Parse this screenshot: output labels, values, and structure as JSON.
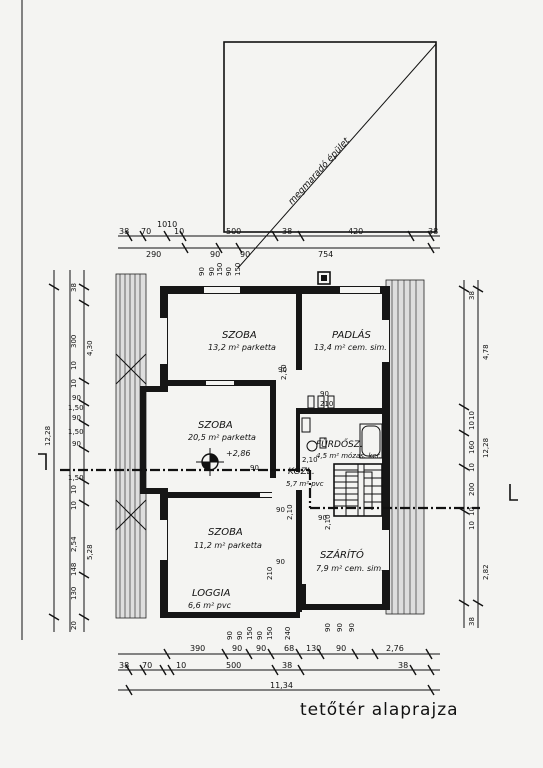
{
  "title": "tetőtér alaprajza",
  "neighbor_label": "megmaradó épület",
  "rooms": [
    {
      "name": "SZOBA",
      "area": "13,2 m² parketta"
    },
    {
      "name": "PADLÁS",
      "area": "13,4 m² cem. sim."
    },
    {
      "name": "SZOBA",
      "area": "20,5 m² parketta"
    },
    {
      "name": "FÜRDŐSZ.",
      "area": "4,5 m² mózas. ker."
    },
    {
      "name": "KÖZL.",
      "area": "5,7 m² pvc"
    },
    {
      "name": "SZOBA",
      "area": "11,2 m² parketta"
    },
    {
      "name": "SZÁRÍTÓ",
      "area": "7,9 m² cem. sim."
    },
    {
      "name": "LOGGIA",
      "area": "6,6 m² pvc"
    }
  ],
  "level_mark": "+2,86",
  "dims": {
    "top_row1": [
      "38",
      "70",
      "10",
      "10",
      "10",
      "500",
      "38",
      "420",
      "38"
    ],
    "top_row2": [
      "290",
      "90",
      "90",
      "754"
    ],
    "top_wall": [
      "90",
      "90",
      "150",
      "90",
      "150"
    ],
    "bottom_row1": [
      "390",
      "90",
      "90",
      "150",
      "90",
      "150",
      "240",
      "68",
      "130",
      "90",
      "2,76"
    ],
    "bottom_row2": [
      "38",
      "70",
      "10",
      "500",
      "38"
    ],
    "bottom_row3": [
      "90",
      "90",
      "90"
    ],
    "bottom_total": "11,34",
    "left_inner": [
      "38",
      "300",
      "10",
      "10",
      "90",
      "1,50",
      "90",
      "1,50",
      "90",
      "1,50",
      "10",
      "10",
      "148",
      "130",
      "20"
    ],
    "left_outer": [
      "4,30",
      "12,28",
      "2,54",
      "5,28"
    ],
    "right_inner": [
      "38",
      "10",
      "10",
      "160",
      "10",
      "200",
      "10",
      "10",
      "38"
    ],
    "right_outer": [
      "4,78",
      "12,28",
      "2,82"
    ],
    "interior": [
      "2,10",
      "90",
      "210",
      "90",
      "2,10",
      "90",
      "2,10",
      "2,10",
      "90",
      "90",
      "210"
    ]
  }
}
